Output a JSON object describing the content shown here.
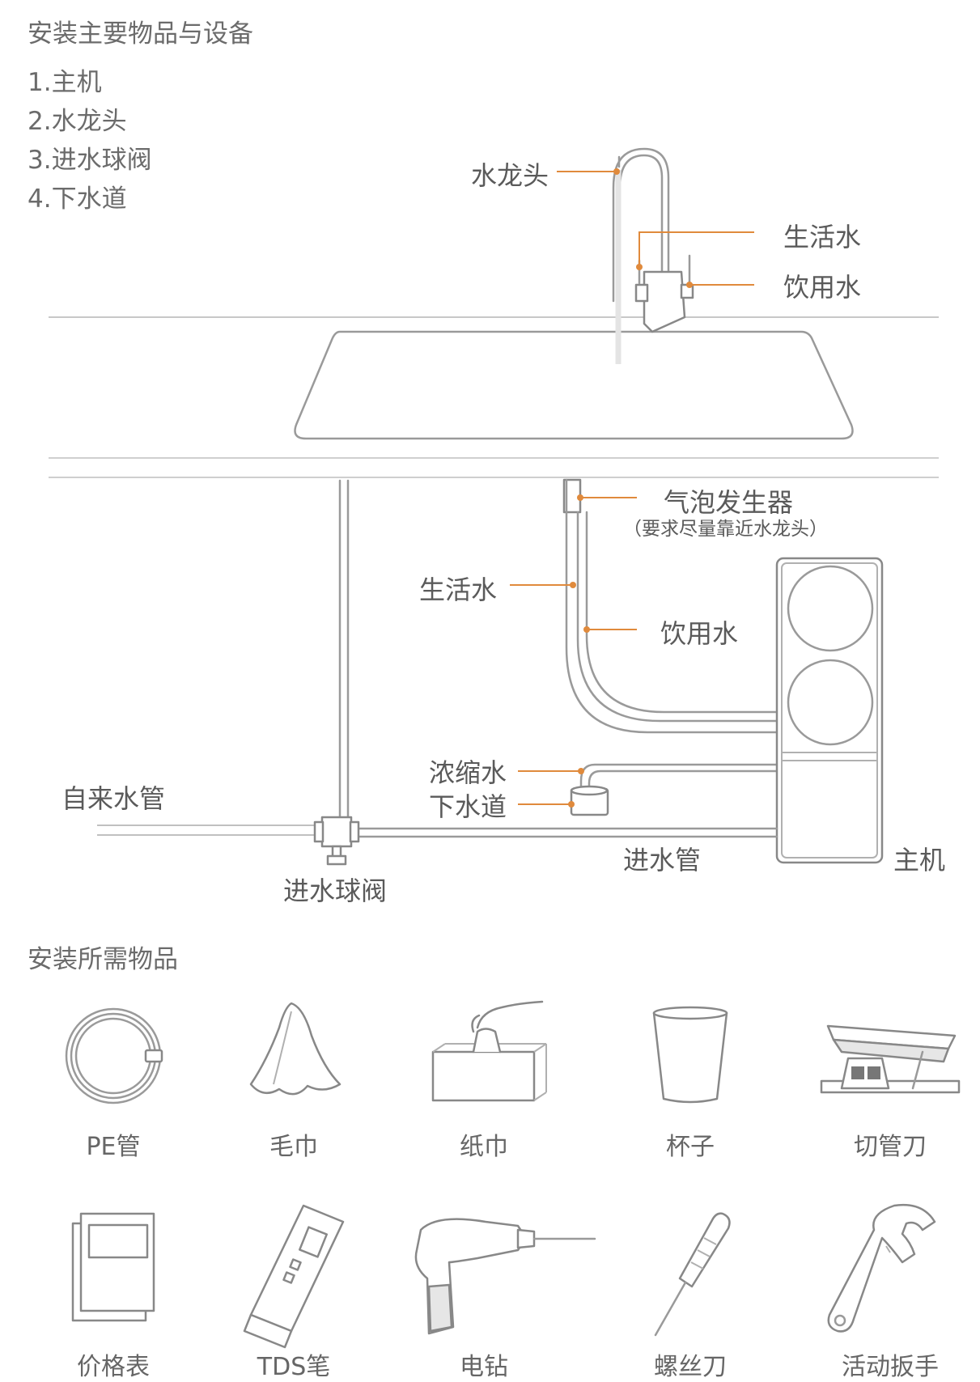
{
  "section1": {
    "title": "安装主要物品与设备",
    "items": [
      "1.主机",
      "2.水龙头",
      "3.进水球阀",
      "4.下水道"
    ]
  },
  "diagram": {
    "faucet": "水龙头",
    "domestic_water_top": "生活水",
    "drinking_water_top": "饮用水",
    "bubble_generator": "气泡发生器",
    "bubble_note": "（要求尽量靠近水龙头）",
    "domestic_water": "生活水",
    "drinking_water": "饮用水",
    "concentrate": "浓缩水",
    "drain": "下水道",
    "tap_pipe": "自来水管",
    "inlet_valve": "进水球阀",
    "inlet_pipe": "进水管",
    "main_unit": "主机"
  },
  "section2": {
    "title": "安装所需物品",
    "tools": [
      "PE管",
      "毛巾",
      "纸巾",
      "杯子",
      "切管刀",
      "价格表",
      "TDS笔",
      "电钻",
      "螺丝刀",
      "活动扳手"
    ]
  },
  "colors": {
    "accent": "#e08a3c",
    "line": "#9a9a9a",
    "text": "#5a5a5a"
  }
}
